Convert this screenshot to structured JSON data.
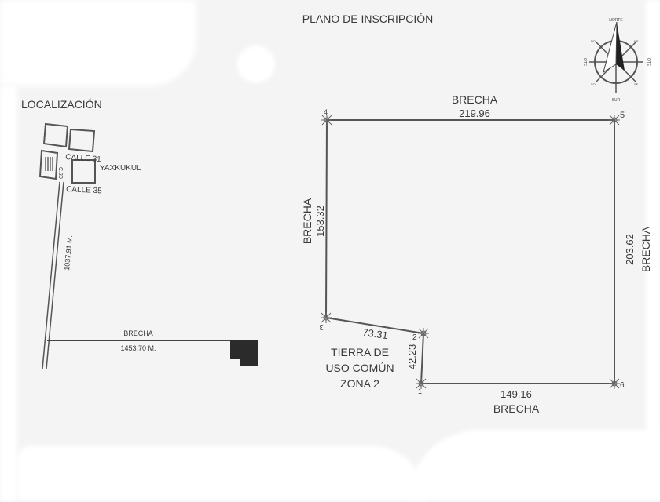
{
  "title": "PLANO DE INSCRIPCIÓN",
  "location_map": {
    "heading": "LOCALIZACIÓN",
    "streets": [
      "CALLE 31",
      "CALLE 35"
    ],
    "side_street": "C.20",
    "town": "YAXKUKUL",
    "road_length": "1037.91 M.",
    "brecha_label": "BRECHA",
    "brecha_length": "1453.70 M."
  },
  "compass": {
    "north": "NORTE",
    "south": "SUR",
    "east": "OTE",
    "west": "OTE",
    "diagonals": [
      "NE",
      "NO",
      "SE",
      "SO"
    ]
  },
  "parcel": {
    "vertices": [
      "1",
      "2",
      "3",
      "4",
      "5",
      "6"
    ],
    "sides": [
      {
        "from": "4",
        "to": "5",
        "length": "219.96",
        "boundary": "BRECHA"
      },
      {
        "from": "5",
        "to": "6",
        "length": "203.62",
        "boundary": "BRECHA"
      },
      {
        "from": "6",
        "to": "1",
        "length": "149.16",
        "boundary": "BRECHA"
      },
      {
        "from": "1",
        "to": "2",
        "length": "42.23",
        "boundary": ""
      },
      {
        "from": "2",
        "to": "3",
        "length": "73.31",
        "boundary": ""
      },
      {
        "from": "3",
        "to": "4",
        "length": "153.32",
        "boundary": "BRECHA"
      }
    ],
    "adjacent_label": [
      "TIERRA DE",
      "USO COMÚN",
      "ZONA 2"
    ]
  }
}
